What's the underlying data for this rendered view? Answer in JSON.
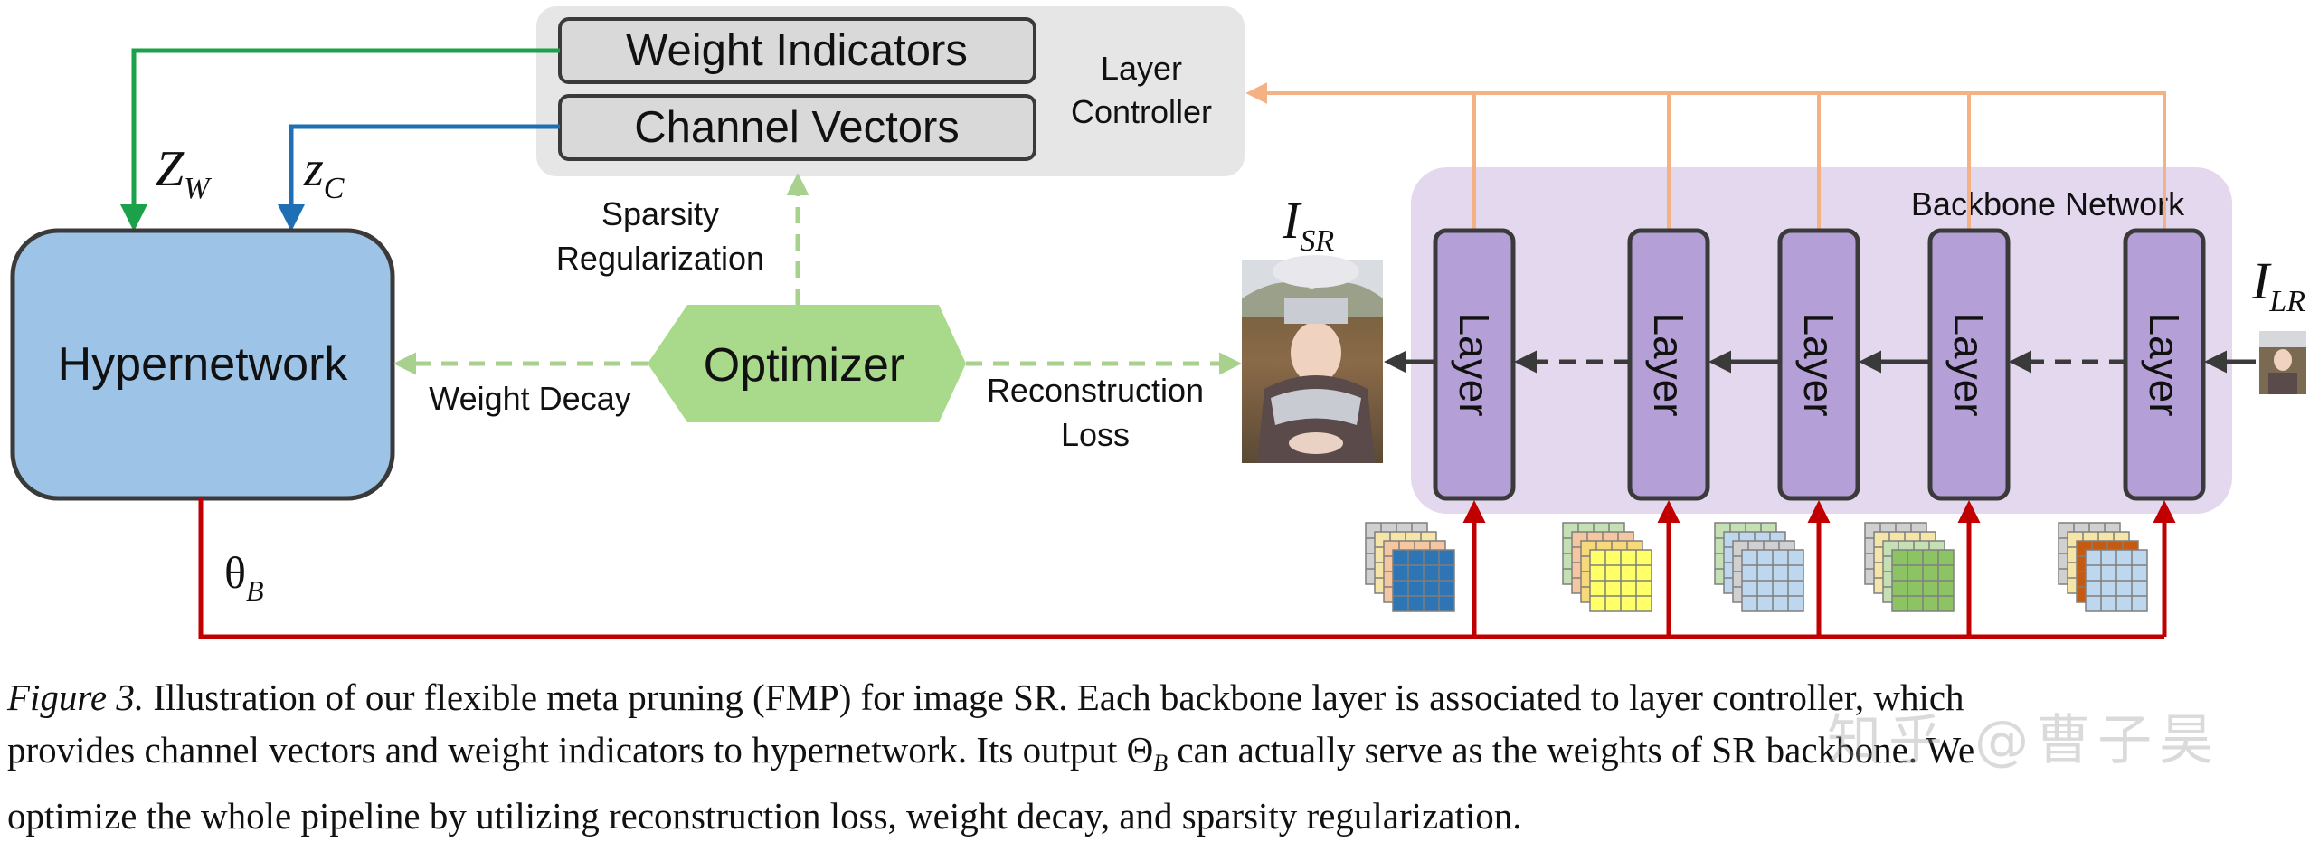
{
  "diagram": {
    "controller": {
      "weight_indicators": "Weight Indicators",
      "channel_vectors": "Channel Vectors",
      "label_line1": "Layer",
      "label_line2": "Controller"
    },
    "z_w": {
      "main": "Z",
      "sub": "W"
    },
    "z_c": {
      "main": "z",
      "sub": "C"
    },
    "hypernetwork": "Hypernetwork",
    "optimizer": "Optimizer",
    "sparsity_line1": "Sparsity",
    "sparsity_line2": "Regularization",
    "weight_decay": "Weight Decay",
    "reconstruction_line1": "Reconstruction",
    "reconstruction_line2": "Loss",
    "i_sr": {
      "main": "I",
      "sub": "SR"
    },
    "i_lr": {
      "main": "I",
      "sub": "LR"
    },
    "backbone_label": "Backbone Network",
    "layer_labels": [
      "Layer",
      "Layer",
      "Layer",
      "Layer",
      "Layer"
    ],
    "theta_b": {
      "main": "θ",
      "sub": "B"
    },
    "colors": {
      "green": "#1aa14a",
      "blue": "#1f6fb5",
      "red": "#c00000",
      "orange": "#f4b183",
      "light_green": "#a9d18e",
      "optimizer_fill": "#a9d98a",
      "hypernetwork_fill": "#9dc3e6",
      "layer_fill": "#b4a0d6",
      "backbone_fill": "#e4d8ee",
      "controller_fill": "#e6e6e6"
    }
  },
  "caption": {
    "label": "Figure 3.",
    "line1": "Illustration of our flexible meta pruning (FMP) for image SR. Each backbone layer is associated to layer controller, which",
    "line2_pre": "provides channel vectors and weight indicators to hypernetwork. Its output",
    "theta_symbol": "Θ",
    "theta_sub": "B",
    "line2_post": "can actually serve as the weights of SR backbone. We",
    "line3": "optimize the whole pipeline by utilizing reconstruction loss, weight decay, and sparsity regularization."
  },
  "watermark": "知乎 @曹子昊"
}
